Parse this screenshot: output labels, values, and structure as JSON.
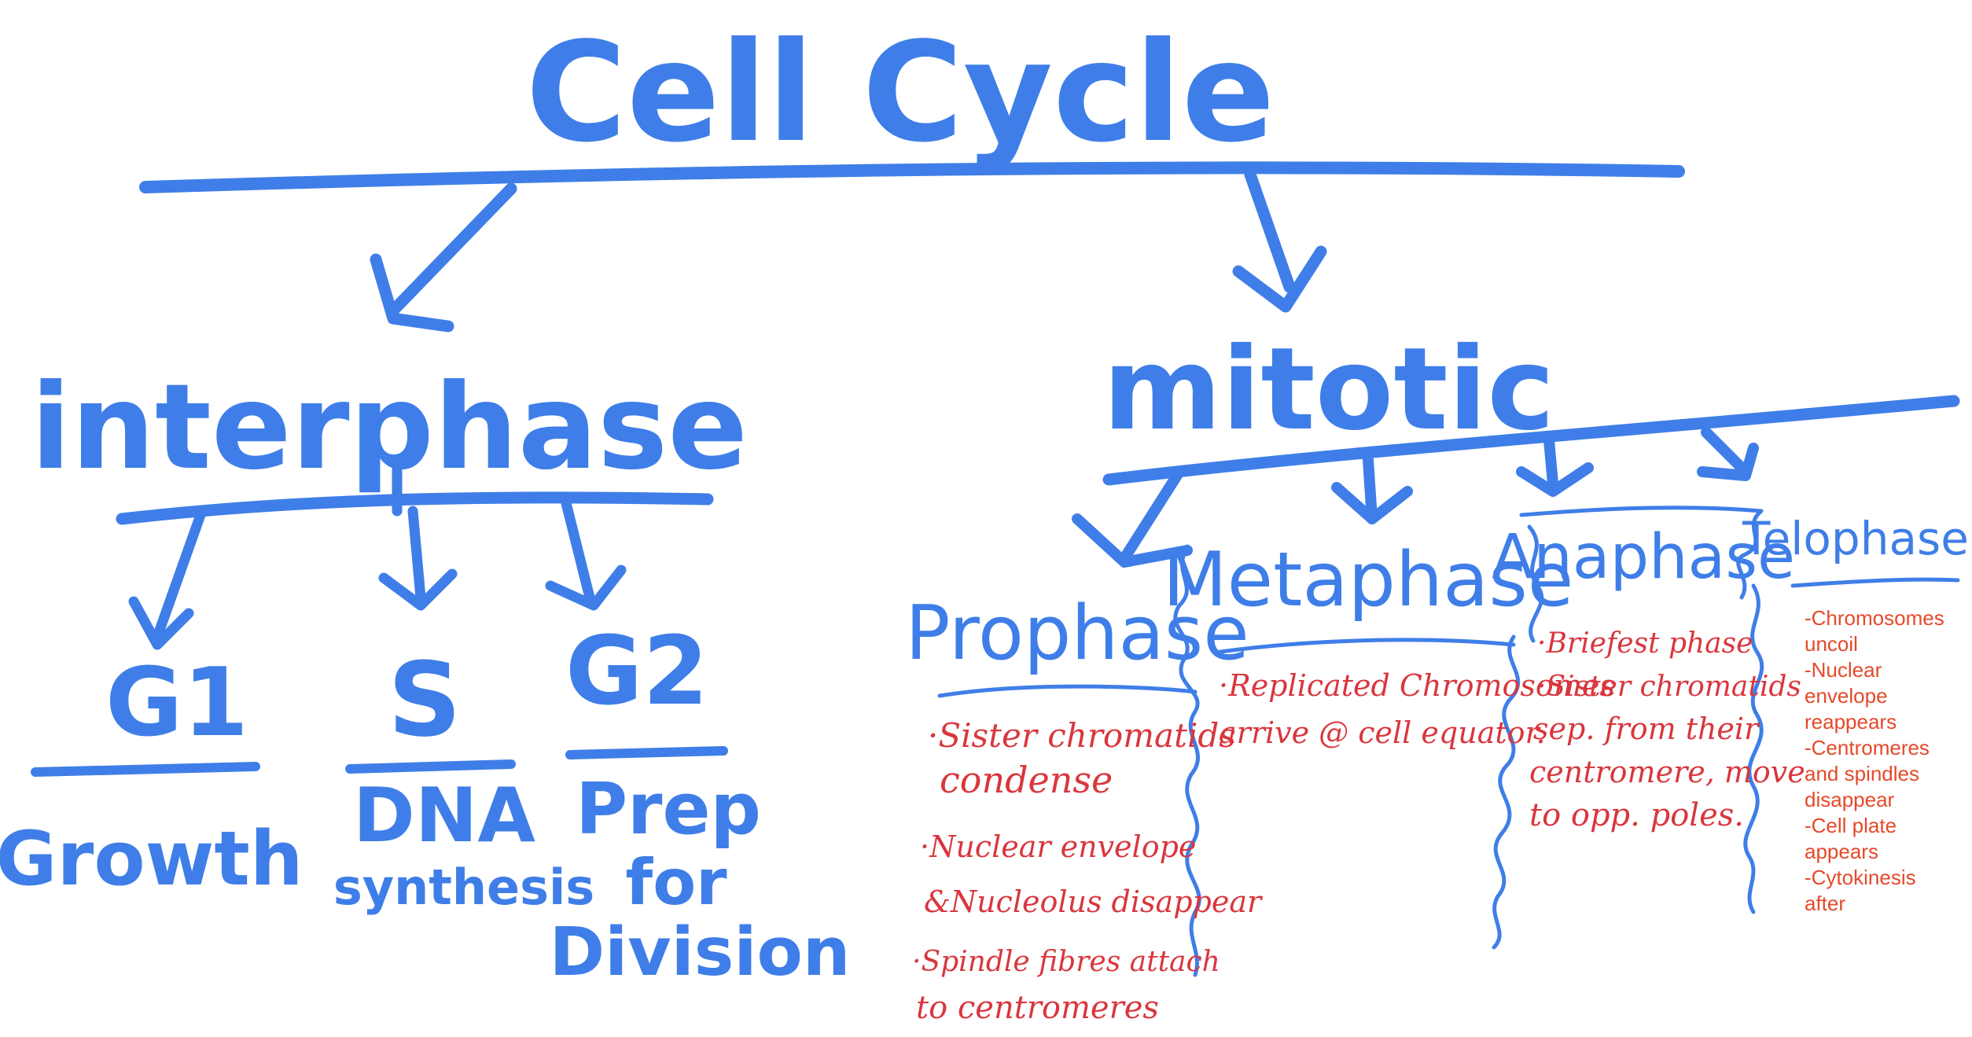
{
  "title": "Cell Cycle",
  "colors": {
    "blue": "#3f7ee8",
    "red_hand": "#d9363e",
    "red_typed": "#e5492a",
    "background": "#ffffff"
  },
  "interphase": {
    "label": "interphase",
    "phases": [
      {
        "name": "G1",
        "desc_lines": [
          "Growth"
        ]
      },
      {
        "name": "S",
        "desc_lines": [
          "DNA",
          "synthesis"
        ]
      },
      {
        "name": "G2",
        "desc_lines": [
          "Prep",
          "for",
          "Division"
        ]
      }
    ]
  },
  "mitotic": {
    "label": "mitotic",
    "phases": [
      {
        "name": "Prophase",
        "notes": [
          "·Sister chromatids",
          "condense",
          "·Nuclear envelope",
          "&Nucleolus disappear",
          "·Spindle fibres attach",
          "to centromeres"
        ]
      },
      {
        "name": "Metaphase",
        "notes": [
          "·Replicated Chromosomes",
          "arrive @ cell equator."
        ]
      },
      {
        "name": "Anaphase",
        "notes": [
          "·Briefest phase",
          "·Sister chromatids",
          "sep. from their",
          "centromere, move",
          "to opp. poles."
        ]
      },
      {
        "name": "Telophase",
        "notes": [
          "-Chromosomes",
          "uncoil",
          "-Nuclear",
          "envelope",
          "reappears",
          "-Centromeres",
          "and spindles",
          "disappear",
          "-Cell plate",
          "appears",
          "-Cytokinesis",
          "after"
        ]
      }
    ]
  }
}
